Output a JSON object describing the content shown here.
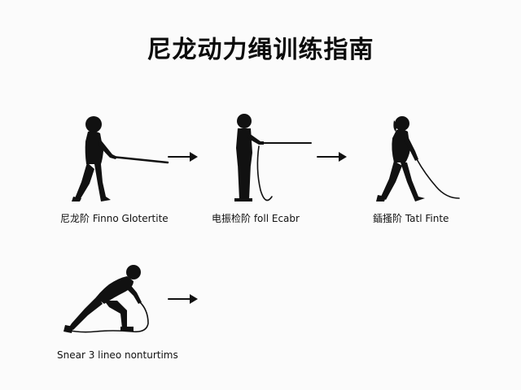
{
  "title": "尼龙动力绳训练指南",
  "steps": [
    {
      "caption": "尼龙阶 Finno Glotertite"
    },
    {
      "caption": "电振检阶 foll Ecabr"
    },
    {
      "caption": "鍤搔阶 Tatl Finte"
    },
    {
      "caption": "Snear 3 lineo nonturtims"
    }
  ],
  "colors": {
    "ink": "#111111",
    "background": "#fbfbfb"
  }
}
